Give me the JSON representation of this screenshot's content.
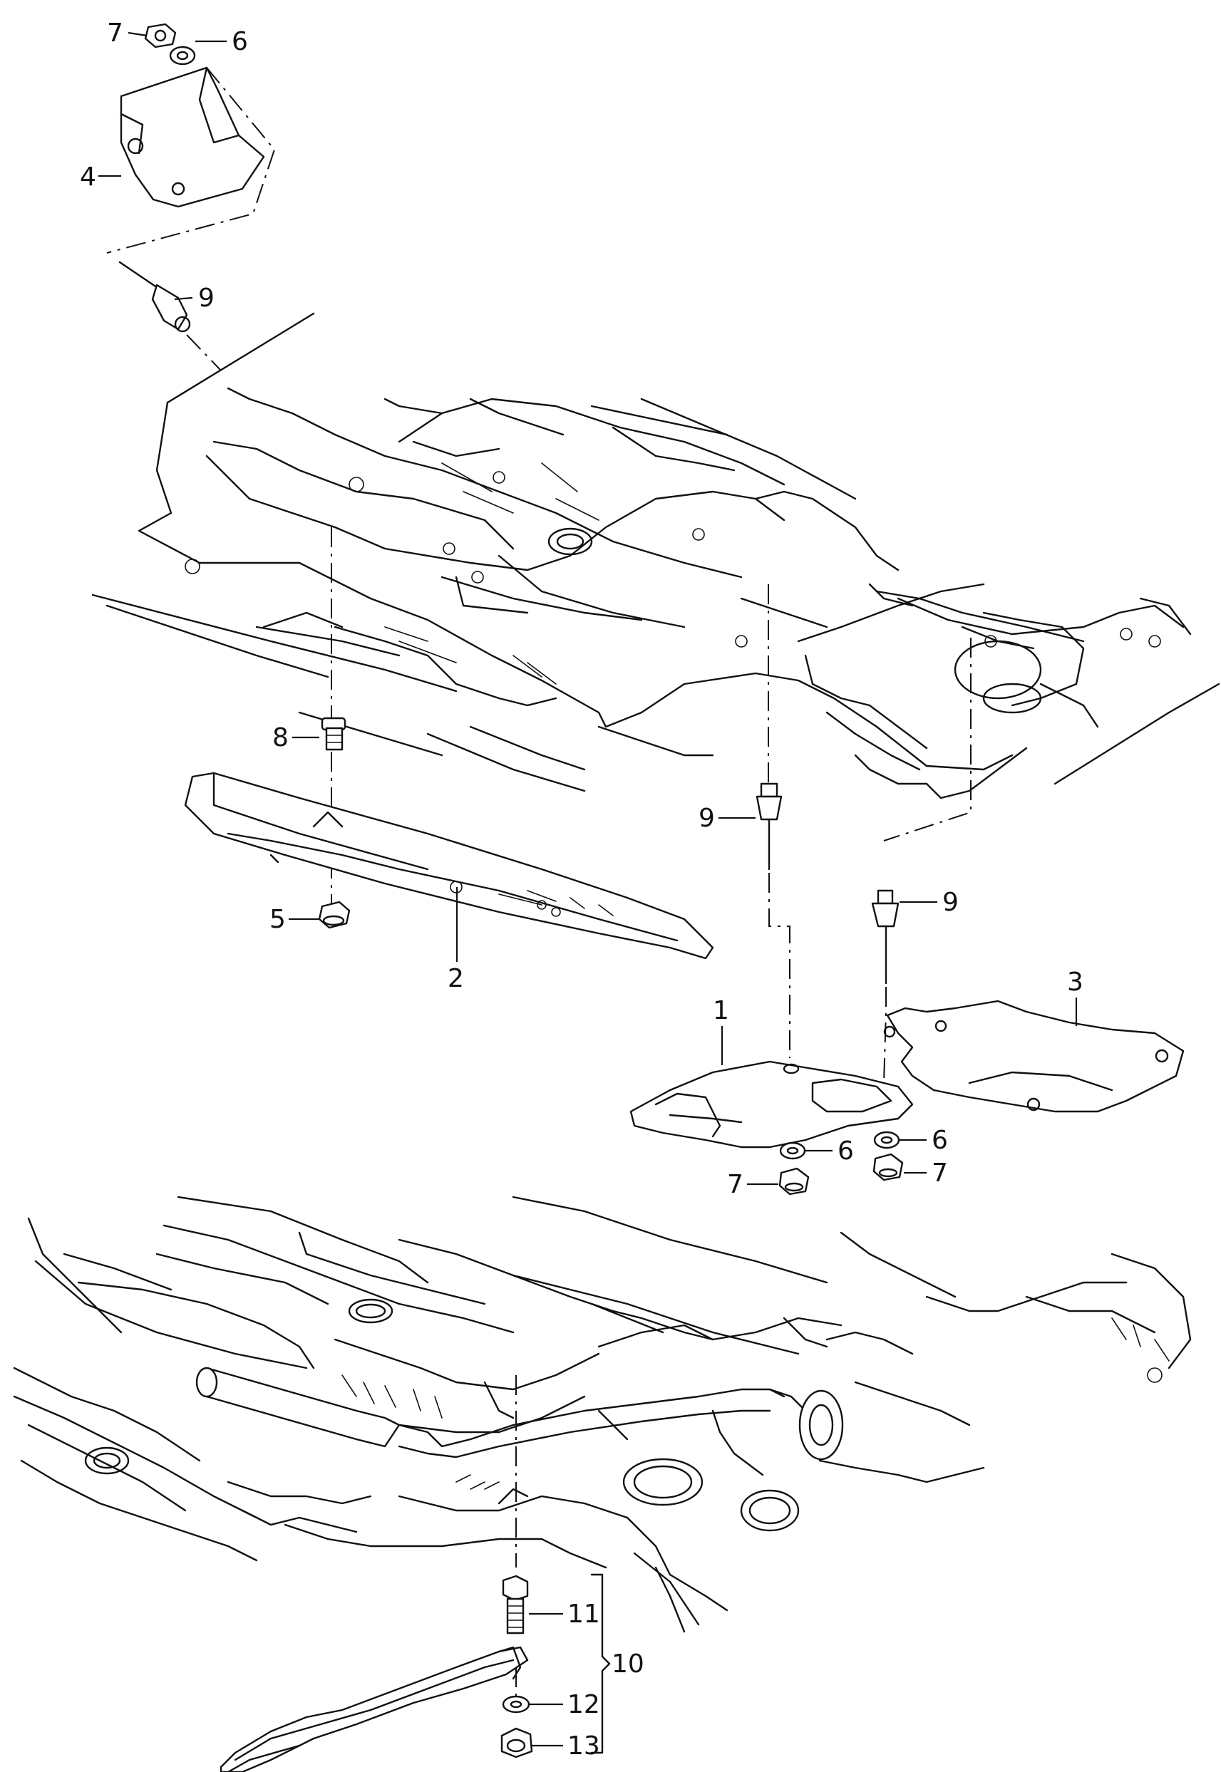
{
  "callouts": [
    {
      "id": "c1",
      "label": "1"
    },
    {
      "id": "c2",
      "label": "2"
    },
    {
      "id": "c3",
      "label": "3"
    },
    {
      "id": "c4",
      "label": "4"
    },
    {
      "id": "c5",
      "label": "5"
    },
    {
      "id": "c6a",
      "label": "6"
    },
    {
      "id": "c6b",
      "label": "6"
    },
    {
      "id": "c6c",
      "label": "6"
    },
    {
      "id": "c7a",
      "label": "7"
    },
    {
      "id": "c7b",
      "label": "7"
    },
    {
      "id": "c7c",
      "label": "7"
    },
    {
      "id": "c8",
      "label": "8"
    },
    {
      "id": "c9a",
      "label": "9"
    },
    {
      "id": "c9b",
      "label": "9"
    },
    {
      "id": "c9c",
      "label": "9"
    },
    {
      "id": "c10",
      "label": "10"
    },
    {
      "id": "c11",
      "label": "11"
    },
    {
      "id": "c12",
      "label": "12"
    },
    {
      "id": "c13",
      "label": "13"
    }
  ]
}
